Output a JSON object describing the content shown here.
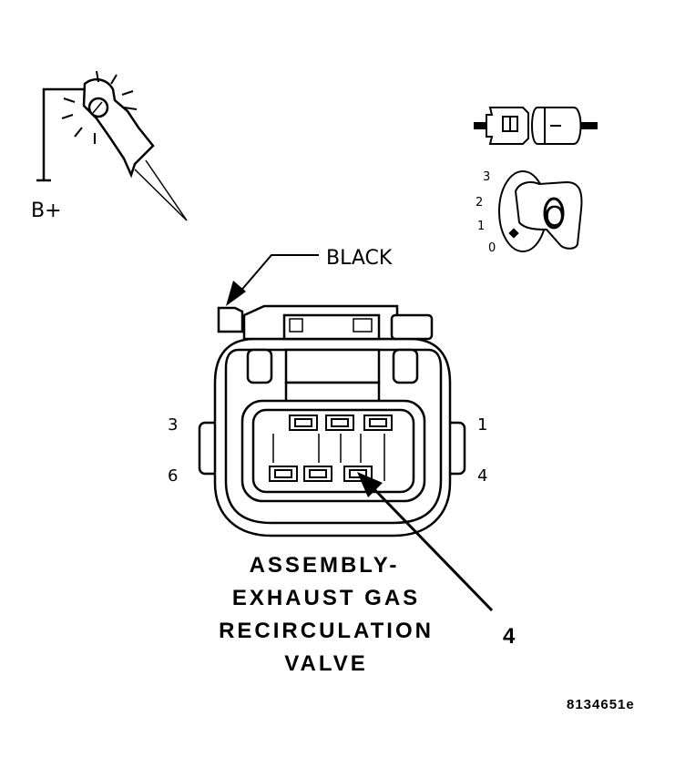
{
  "probe": {
    "supply_label": "B+"
  },
  "ignition": {
    "positions": [
      "3",
      "2",
      "1",
      "0"
    ],
    "key_mark": "O"
  },
  "connector": {
    "color_label": "BLACK",
    "pin_labels": {
      "top_left": "3",
      "top_right": "1",
      "bottom_left": "6",
      "bottom_right": "4"
    },
    "callout": "4",
    "title_lines": [
      "ASSEMBLY-",
      "EXHAUST GAS",
      "RECIRCULATION",
      "VALVE"
    ]
  },
  "figure_id": "8134651e"
}
